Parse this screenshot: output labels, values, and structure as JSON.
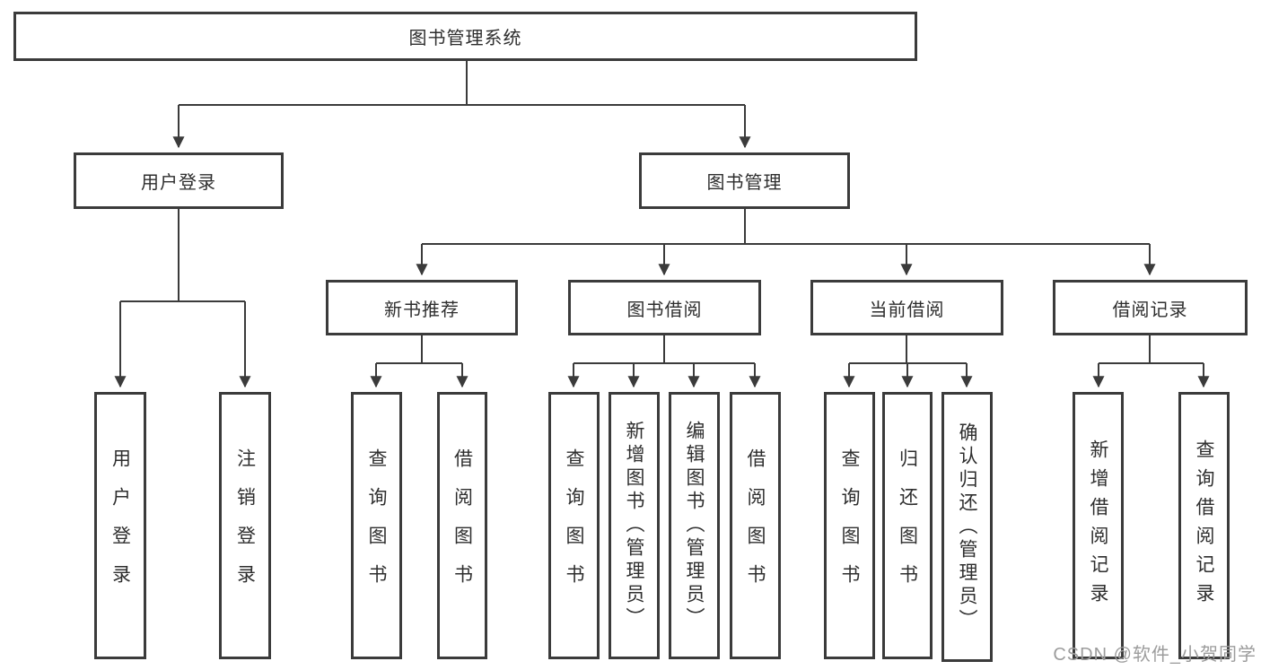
{
  "diagram": {
    "title": "图书管理系统",
    "level2": [
      {
        "label": "用户登录"
      },
      {
        "label": "图书管理"
      }
    ],
    "level3": [
      {
        "label": "新书推荐"
      },
      {
        "label": "图书借阅"
      },
      {
        "label": "当前借阅"
      },
      {
        "label": "借阅记录"
      }
    ],
    "leaves": [
      {
        "label": "用户登录"
      },
      {
        "label": "注销登录"
      },
      {
        "label": "查询图书"
      },
      {
        "label": "借阅图书"
      },
      {
        "label": "查询图书"
      },
      {
        "label": "新增图书（管理员）"
      },
      {
        "label": "编辑图书（管理员）"
      },
      {
        "label": "借阅图书"
      },
      {
        "label": "查询图书"
      },
      {
        "label": "归还图书"
      },
      {
        "label": "确认归还（管理员）"
      },
      {
        "label": "新增借阅记录"
      },
      {
        "label": "查询借阅记录"
      }
    ],
    "watermark": "CSDN @软件_小贺同学",
    "colors": {
      "line": "#3b3b3b",
      "box_border": "#3b3b3b",
      "text": "#2e2e2e",
      "watermark": "#9c9c9c",
      "background": "#ffffff"
    }
  }
}
